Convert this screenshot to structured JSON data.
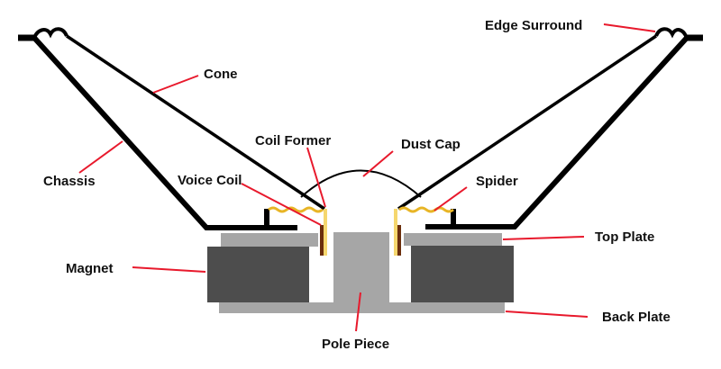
{
  "diagram": {
    "title": "Loudspeaker cross-section",
    "colors": {
      "outline": "#000000",
      "leader": "#e8192c",
      "plate": "#a6a6a6",
      "magnet": "#4d4d4d",
      "coil_former": "#f5d76e",
      "voice_coil": "#6b2e0c",
      "spider": "#e8b526"
    },
    "labels": {
      "cone": "Cone",
      "edge_surround": "Edge Surround",
      "chassis": "Chassis",
      "coil_former": "Coil Former",
      "dust_cap": "Dust Cap",
      "voice_coil": "Voice Coil",
      "spider": "Spider",
      "top_plate": "Top Plate",
      "magnet": "Magnet",
      "back_plate": "Back Plate",
      "pole_piece": "Pole Piece"
    }
  }
}
